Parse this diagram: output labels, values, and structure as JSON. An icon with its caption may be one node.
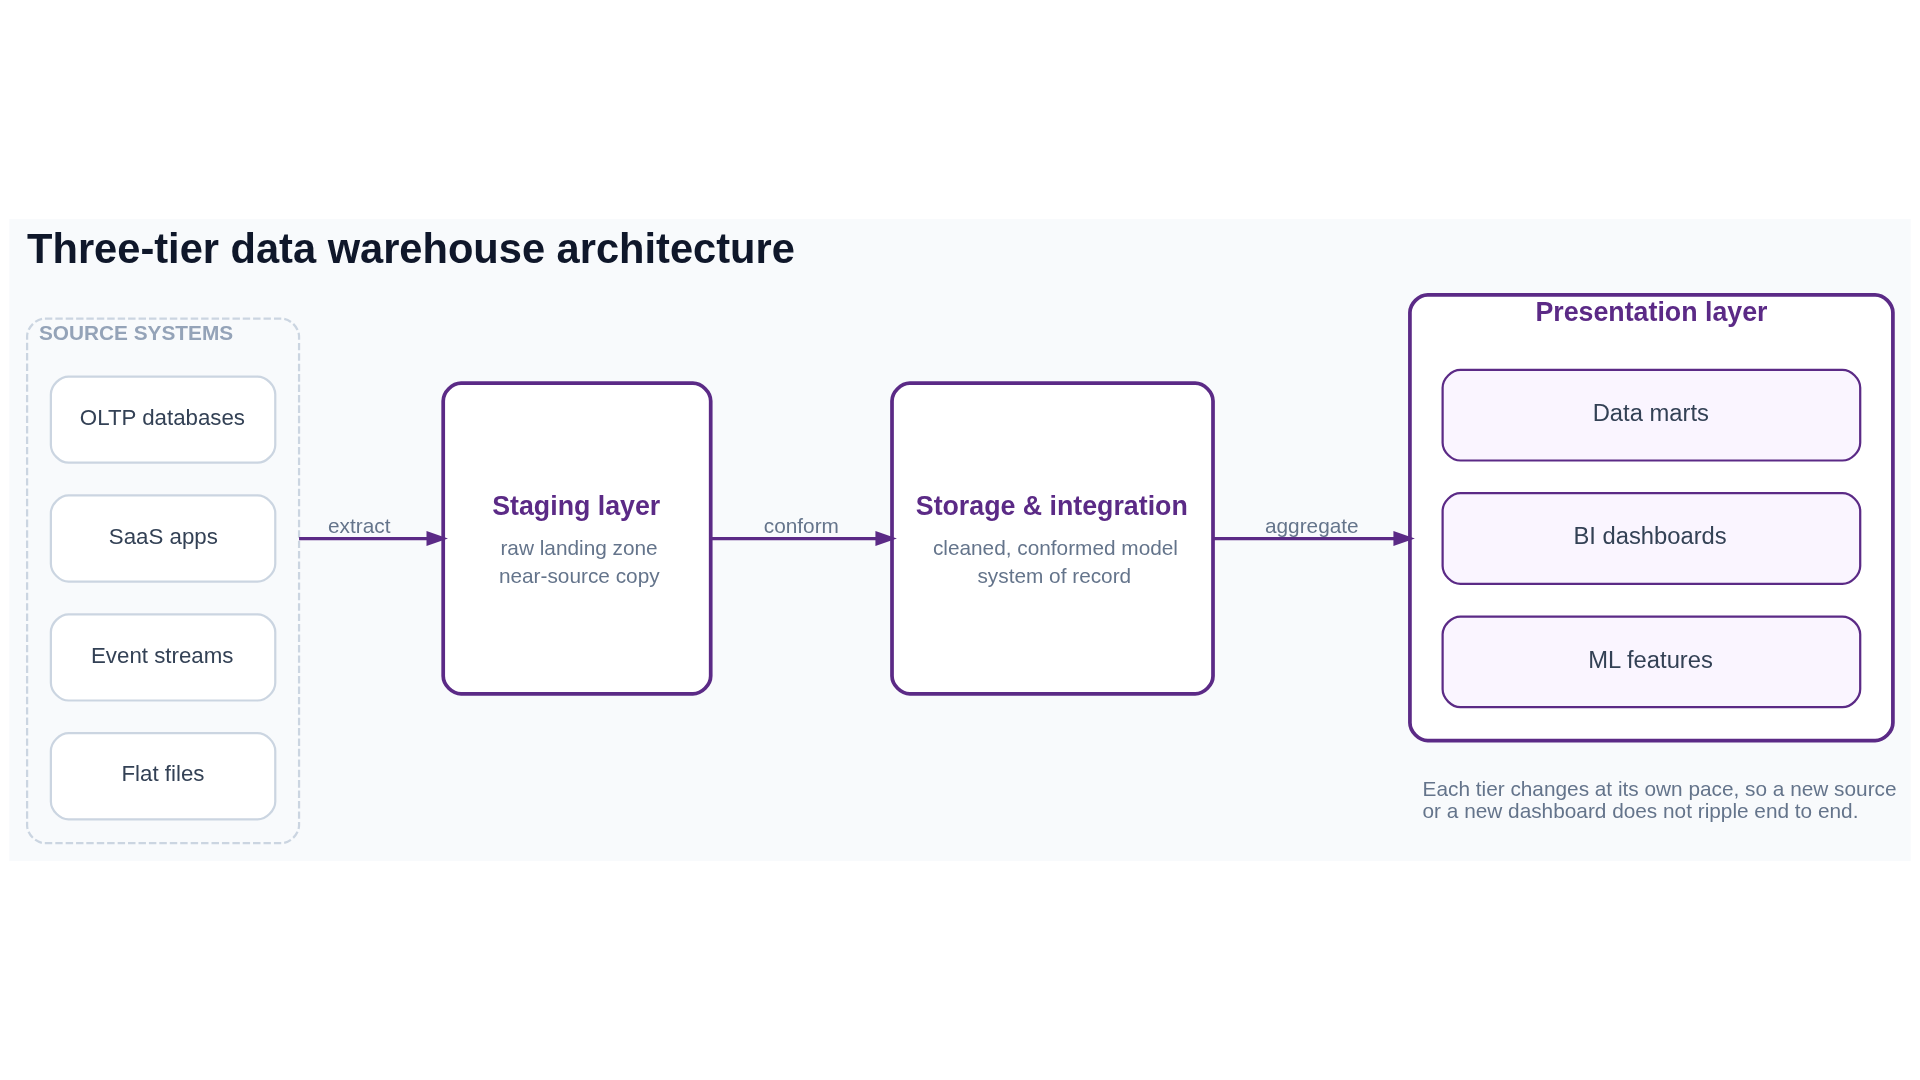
{
  "diagram": {
    "title": "Three-tier data warehouse architecture",
    "caption": "Each tier changes at its own pace, so a new source or a new dashboard does not ripple end to end.",
    "nodes": [
      {
        "text": [
          "SOURCE SYSTEMS"
        ]
      },
      {
        "text": [
          "OLTP databases"
        ],
        "in": 0
      },
      {
        "text": [
          "SaaS apps"
        ],
        "in": 0
      },
      {
        "text": [
          "Event streams"
        ],
        "in": 0
      },
      {
        "text": [
          "Flat files"
        ],
        "in": 0
      },
      {
        "text": [
          "Staging layer",
          "raw landing zone",
          "near-source copy"
        ]
      },
      {
        "text": [
          "Storage & integration",
          "cleaned, conformed model",
          "system of record"
        ]
      },
      {
        "text": [
          "Presentation layer"
        ]
      },
      {
        "text": [
          "Data marts"
        ],
        "in": 7
      },
      {
        "text": [
          "BI dashboards"
        ],
        "in": 7
      },
      {
        "text": [
          "ML features"
        ],
        "in": 7
      }
    ],
    "edges": [
      {
        "from": 0,
        "to": 5,
        "arrow": "to",
        "label": "extract"
      },
      {
        "from": 5,
        "to": 6,
        "arrow": "to",
        "label": "conform"
      },
      {
        "from": 6,
        "to": 7,
        "arrow": "to",
        "label": "aggregate"
      }
    ]
  }
}
